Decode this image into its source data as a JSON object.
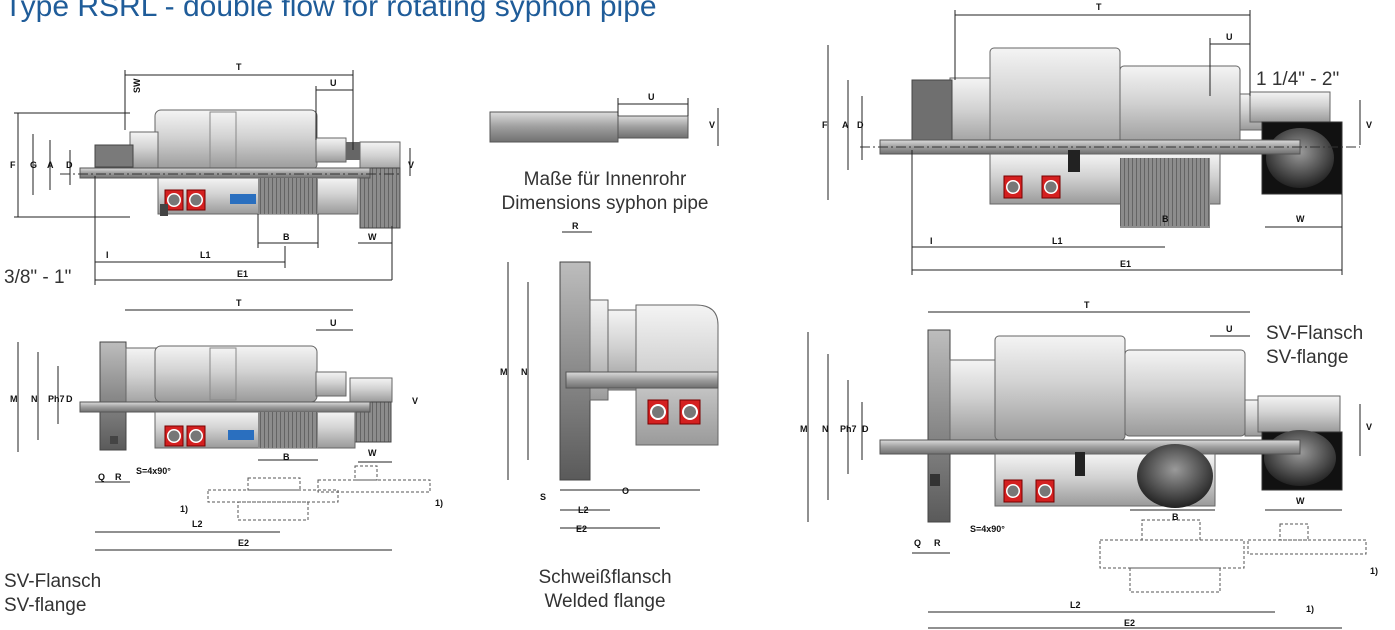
{
  "title": "Type RSRL - double flow for rotating syphon pipe",
  "captions": {
    "size_small": "3/8\" - 1\"",
    "size_large": "1 1/4\" - 2\"",
    "inner_pipe_de": "Maße für Innenrohr",
    "inner_pipe_en": "Dimensions syphon pipe",
    "sv_flange_de": "SV-Flansch",
    "sv_flange_en": "SV-flange",
    "welded_de": "Schweißflansch",
    "welded_en": "Welded flange"
  },
  "labels": {
    "T": "T",
    "U": "U",
    "SW": "SW",
    "F": "F",
    "G": "G",
    "A": "A",
    "D": "D",
    "V": "V",
    "B": "B",
    "W": "W",
    "I": "I",
    "L1": "L1",
    "E1": "E1",
    "M": "M",
    "N": "N",
    "Ph7": "Ph7",
    "Q": "Q",
    "R": "R",
    "S4x90": "S=4x90°",
    "L2": "L2",
    "E2": "E2",
    "note1": "1)",
    "O": "O",
    "S": "S"
  },
  "colors": {
    "title": "#1f5c99",
    "bearing": "#d42020",
    "seal": "#2a6fbf",
    "gasket": "#3a9a3a"
  }
}
